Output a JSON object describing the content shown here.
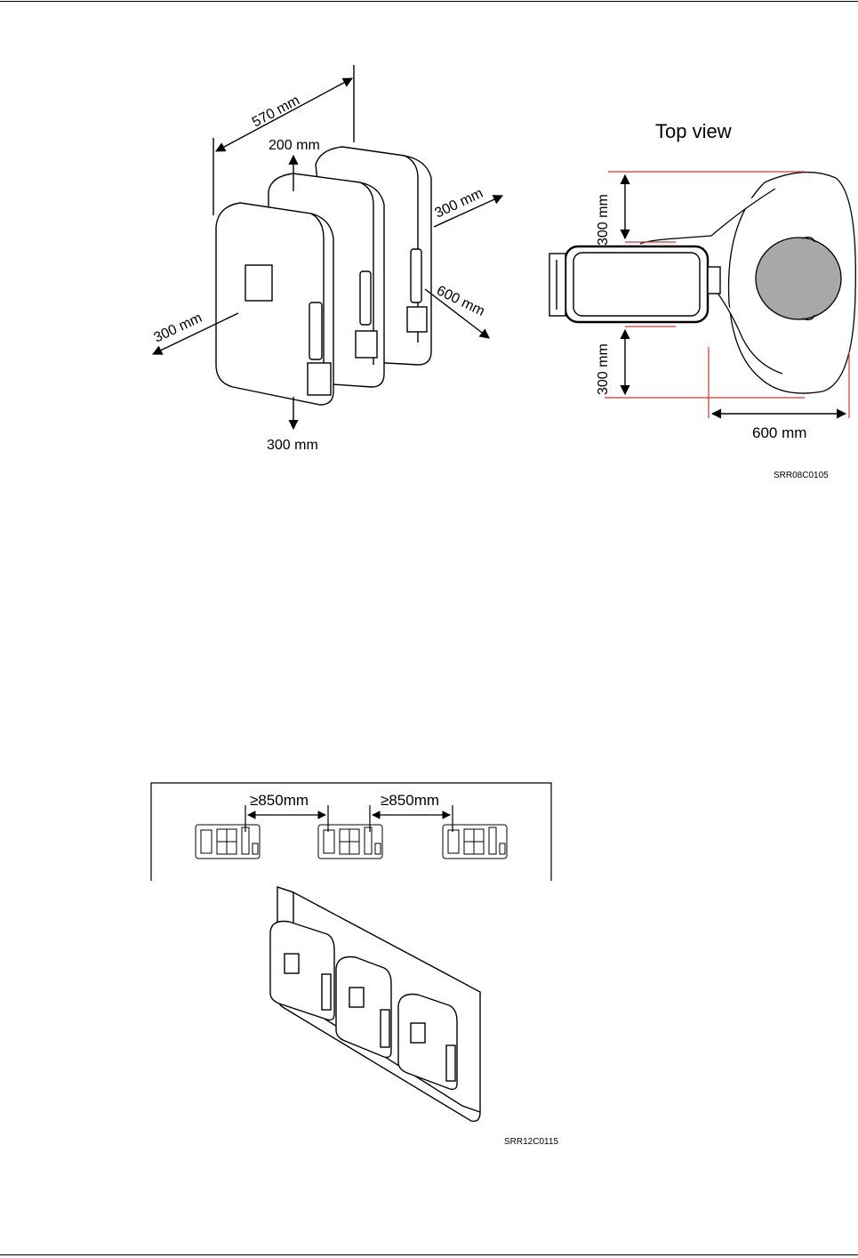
{
  "figure1": {
    "labels": {
      "width_570": "570 mm",
      "top_200": "200 mm",
      "side_300_right": "300 mm",
      "front_600": "600 mm",
      "side_300_left": "300 mm",
      "bottom_300": "300 mm"
    },
    "top_view": {
      "title": "Top view",
      "upper_300": "300 mm",
      "lower_300": "300 mm",
      "depth_600": "600 mm"
    },
    "code": "SRR08C0105"
  },
  "figure2": {
    "spacing_1": "≥850mm",
    "spacing_2": "≥850mm",
    "code": "SRR12C0115"
  },
  "colors": {
    "dimension_red": "#e03030",
    "gray_fill": "#a8a8a8",
    "line": "#000000"
  }
}
